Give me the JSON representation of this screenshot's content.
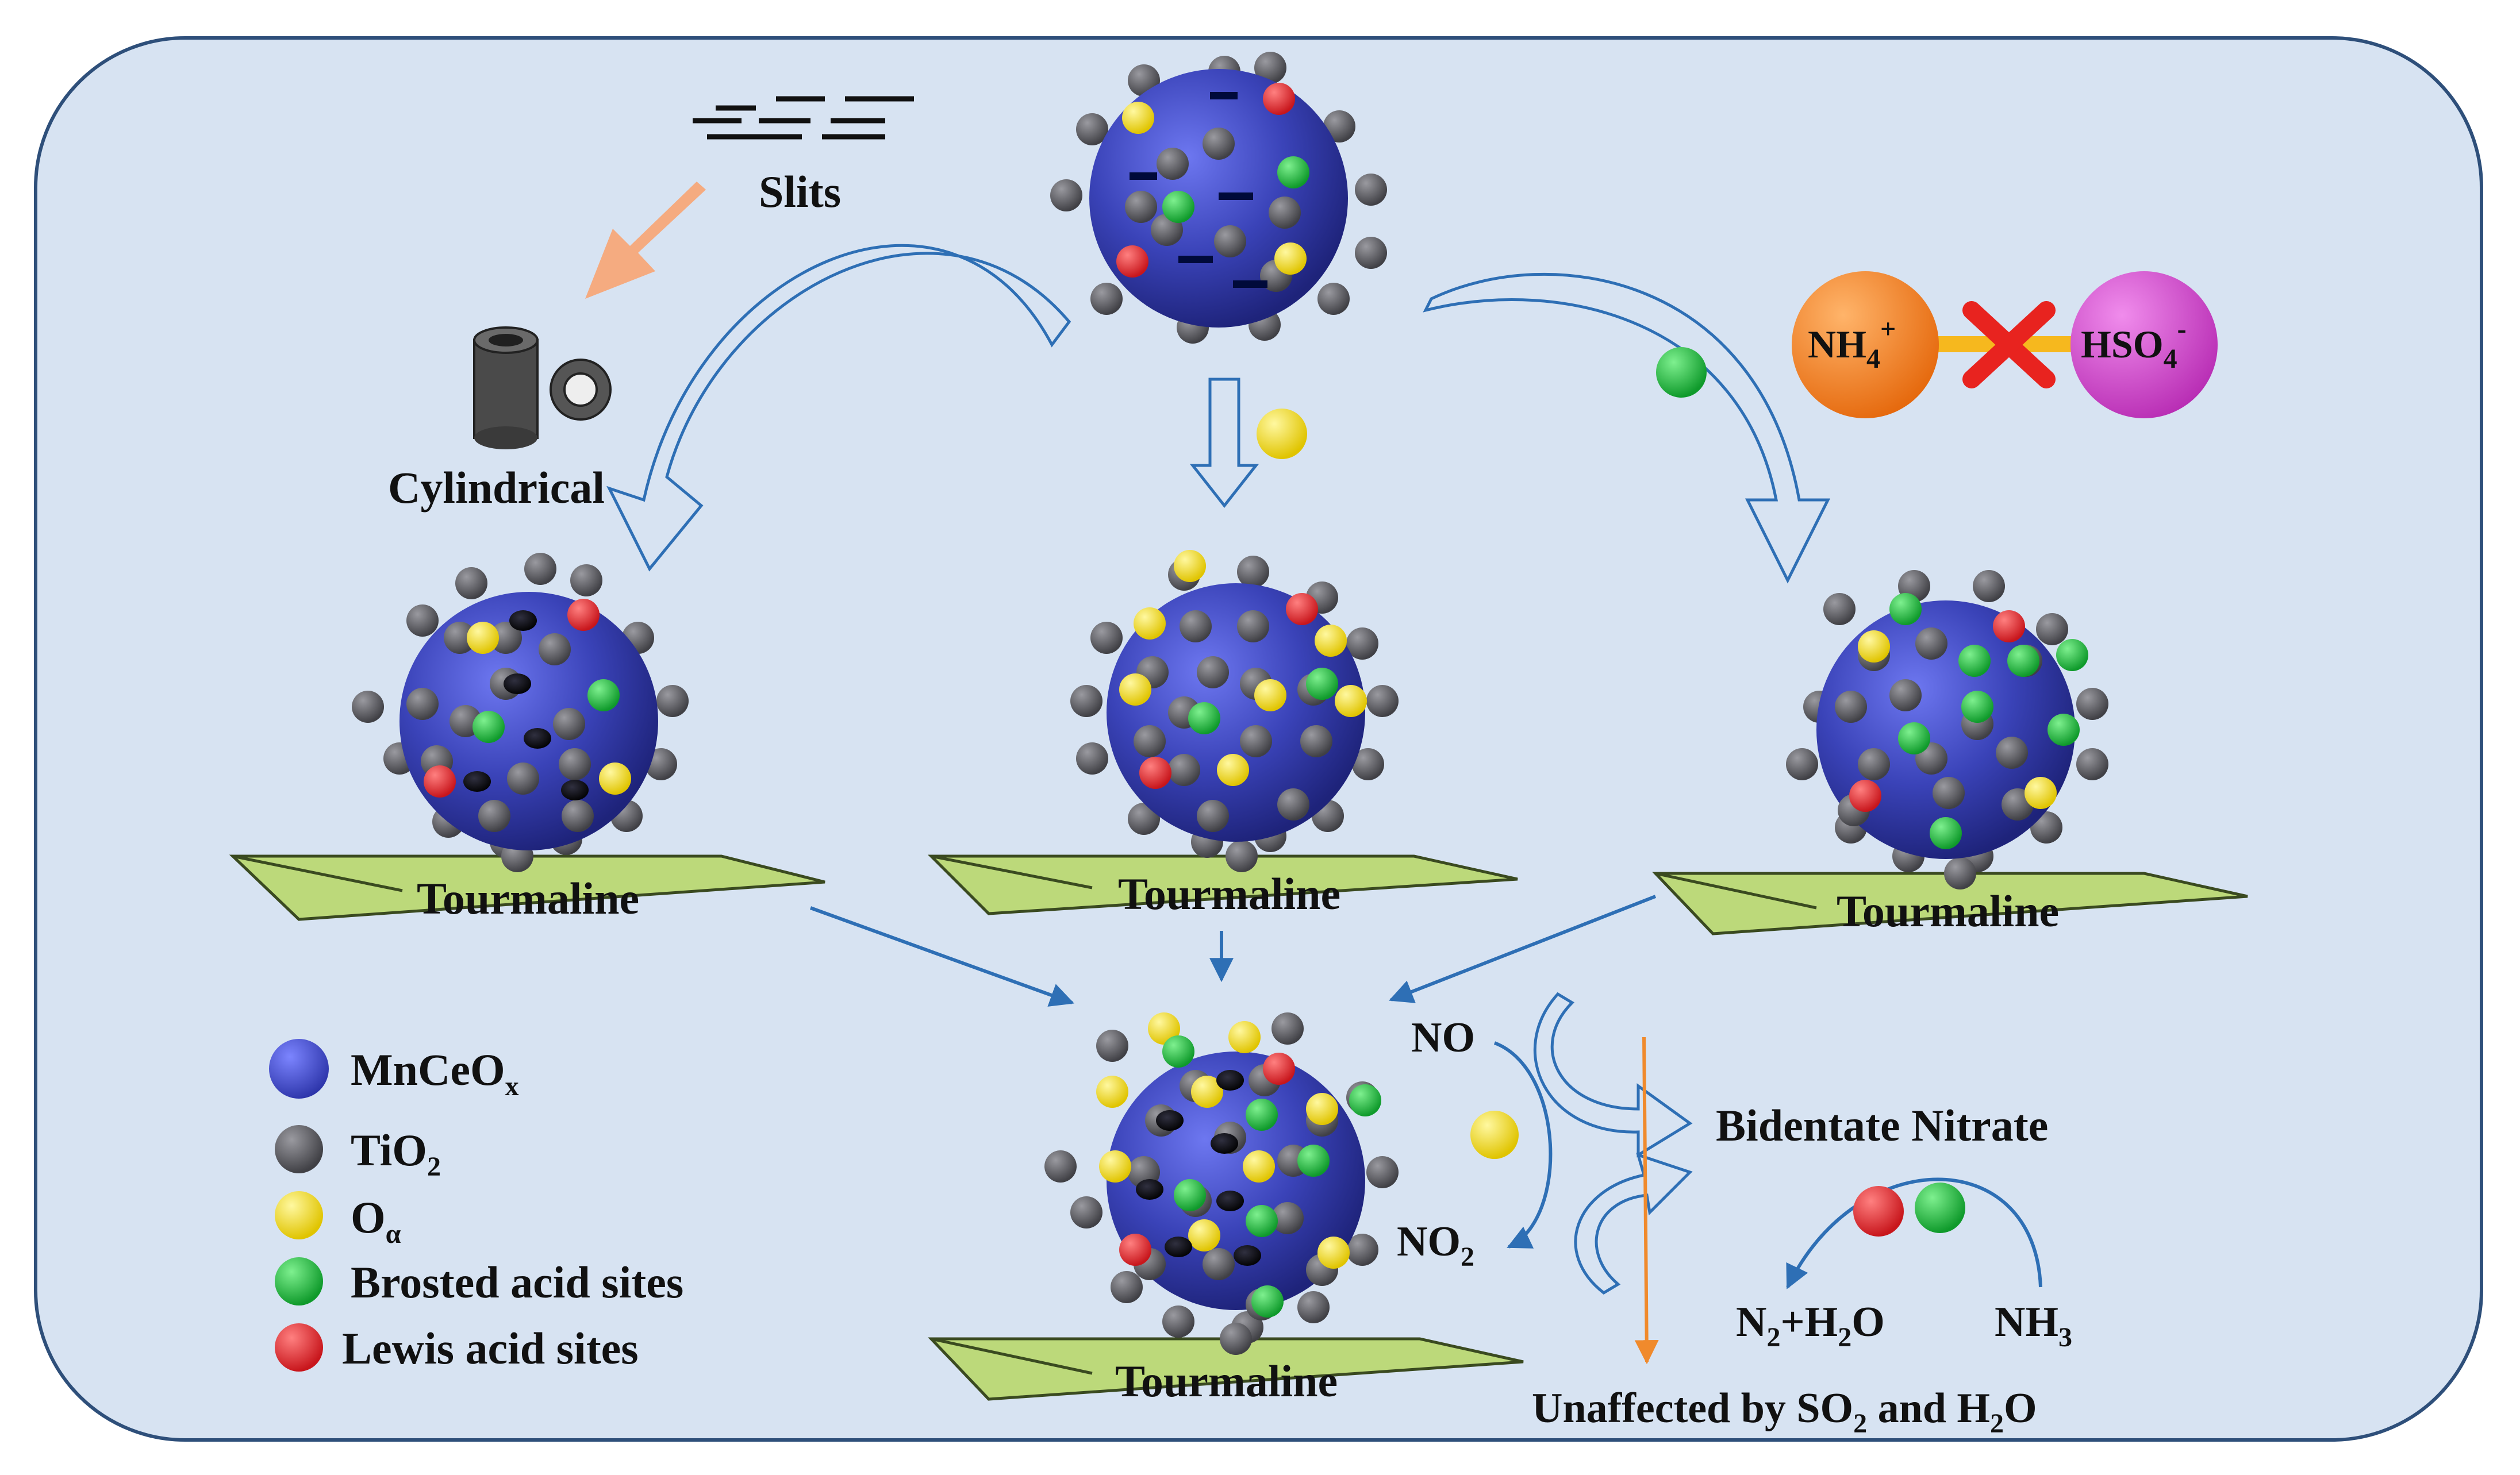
{
  "colors": {
    "panel": "#d7e3f2",
    "panel_border": "#2e4f7a",
    "mnceox": "#3a43b8",
    "tio2": "#5b5b60",
    "o_alpha": "#f3dc1a",
    "bronsted": "#19b23a",
    "lewis": "#e3242b",
    "tourmaline": "#bcd97a",
    "arrow_blue": "#2e6fb5",
    "arrow_orange": "#f08a2c",
    "slit_arrow": "#f5ab80",
    "nh4": "#f07f1a",
    "hso4": "#cf42c9",
    "cross": "#e8231f",
    "bond": "#f6b81e"
  },
  "labels": {
    "slits": "Slits",
    "cylindrical": "Cylindrical",
    "tourmaline": "Tourmaline",
    "nh4_base": "NH",
    "nh4_sub": "4",
    "nh4_sup": "+",
    "hso4_base": "HSO",
    "hso4_sub": "4",
    "hso4_sup": "-",
    "no": "NO",
    "no2_base": "NO",
    "no2_sub": "2",
    "bidentate": "Bidentate Nitrate",
    "n2_pre": "N",
    "n2_sub": "2",
    "n2_post": "+H",
    "h2o_sub": "2",
    "h2o_post": "O",
    "nh3_base": "NH",
    "nh3_sub": "3",
    "unaffected_pre": "Unaffected by SO",
    "unaffected_sub1": "2",
    "unaffected_mid": " and H",
    "unaffected_sub2": "2",
    "unaffected_post": "O"
  },
  "legend": {
    "mnceox_base": "MnCeO",
    "mnceox_sub": "x",
    "tio2_base": "TiO",
    "tio2_sub": "2",
    "oalpha_base": "O",
    "oalpha_sub": "α",
    "bronsted": "Brosted acid sites",
    "lewis": "Lewis acid sites"
  }
}
